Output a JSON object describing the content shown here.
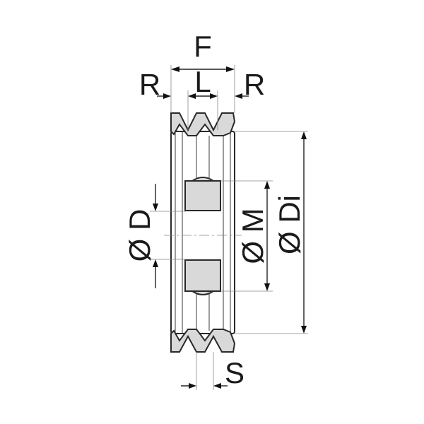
{
  "labels": {
    "F": "F",
    "L": "L",
    "R_left": "R",
    "R_right": "R",
    "S": "S",
    "diameter_D": "Ø D",
    "diameter_M": "Ø M",
    "diameter_Di": "Ø Di"
  }
}
